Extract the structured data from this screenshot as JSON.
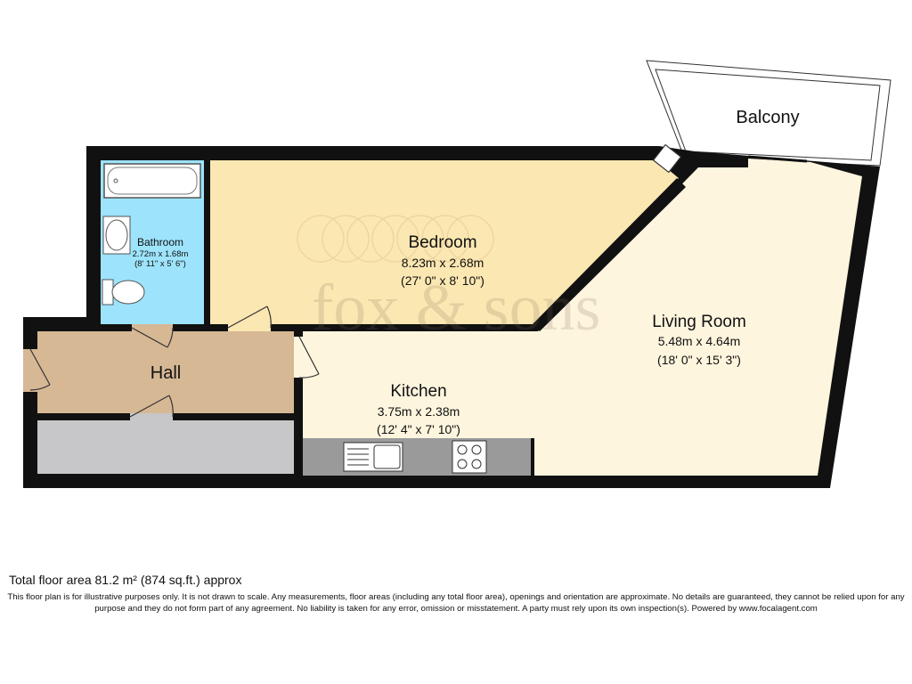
{
  "rooms": {
    "bedroom": {
      "name": "Bedroom",
      "metric": "8.23m x 2.68m",
      "imperial": "(27' 0\" x 8' 10\")"
    },
    "bathroom": {
      "name": "Bathroom",
      "metric": "2.72m x 1.68m",
      "imperial": "(8' 11\" x 5' 6\")"
    },
    "living": {
      "name": "Living Room",
      "metric": "5.48m x 4.64m",
      "imperial": "(18' 0\" x 15' 3\")"
    },
    "kitchen": {
      "name": "Kitchen",
      "metric": "3.75m x 2.38m",
      "imperial": "(12' 4\" x 7' 10\")"
    },
    "hall": {
      "name": "Hall"
    },
    "balcony": {
      "name": "Balcony"
    }
  },
  "watermark": "fox & sons",
  "colors": {
    "wall": "#111111",
    "bedroom": "#fbe7b2",
    "bathroom": "#9de3fb",
    "living": "#fef5de",
    "hall": "#d6b895",
    "store": "#c7c7c9",
    "worktop": "#9a9a9b"
  },
  "footer": {
    "total": "Total floor area 81.2 m² (874 sq.ft.) approx",
    "disclaimer": "This floor plan is for illustrative purposes only. It is not drawn to scale. Any measurements, floor areas (including any total floor area), openings and orientation are approximate. No details are guaranteed, they cannot be relied upon for any purpose and they do not form part of any agreement. No liability is taken for any error, omission or misstatement. A party must rely upon its own inspection(s). Powered by www.focalagent.com"
  }
}
